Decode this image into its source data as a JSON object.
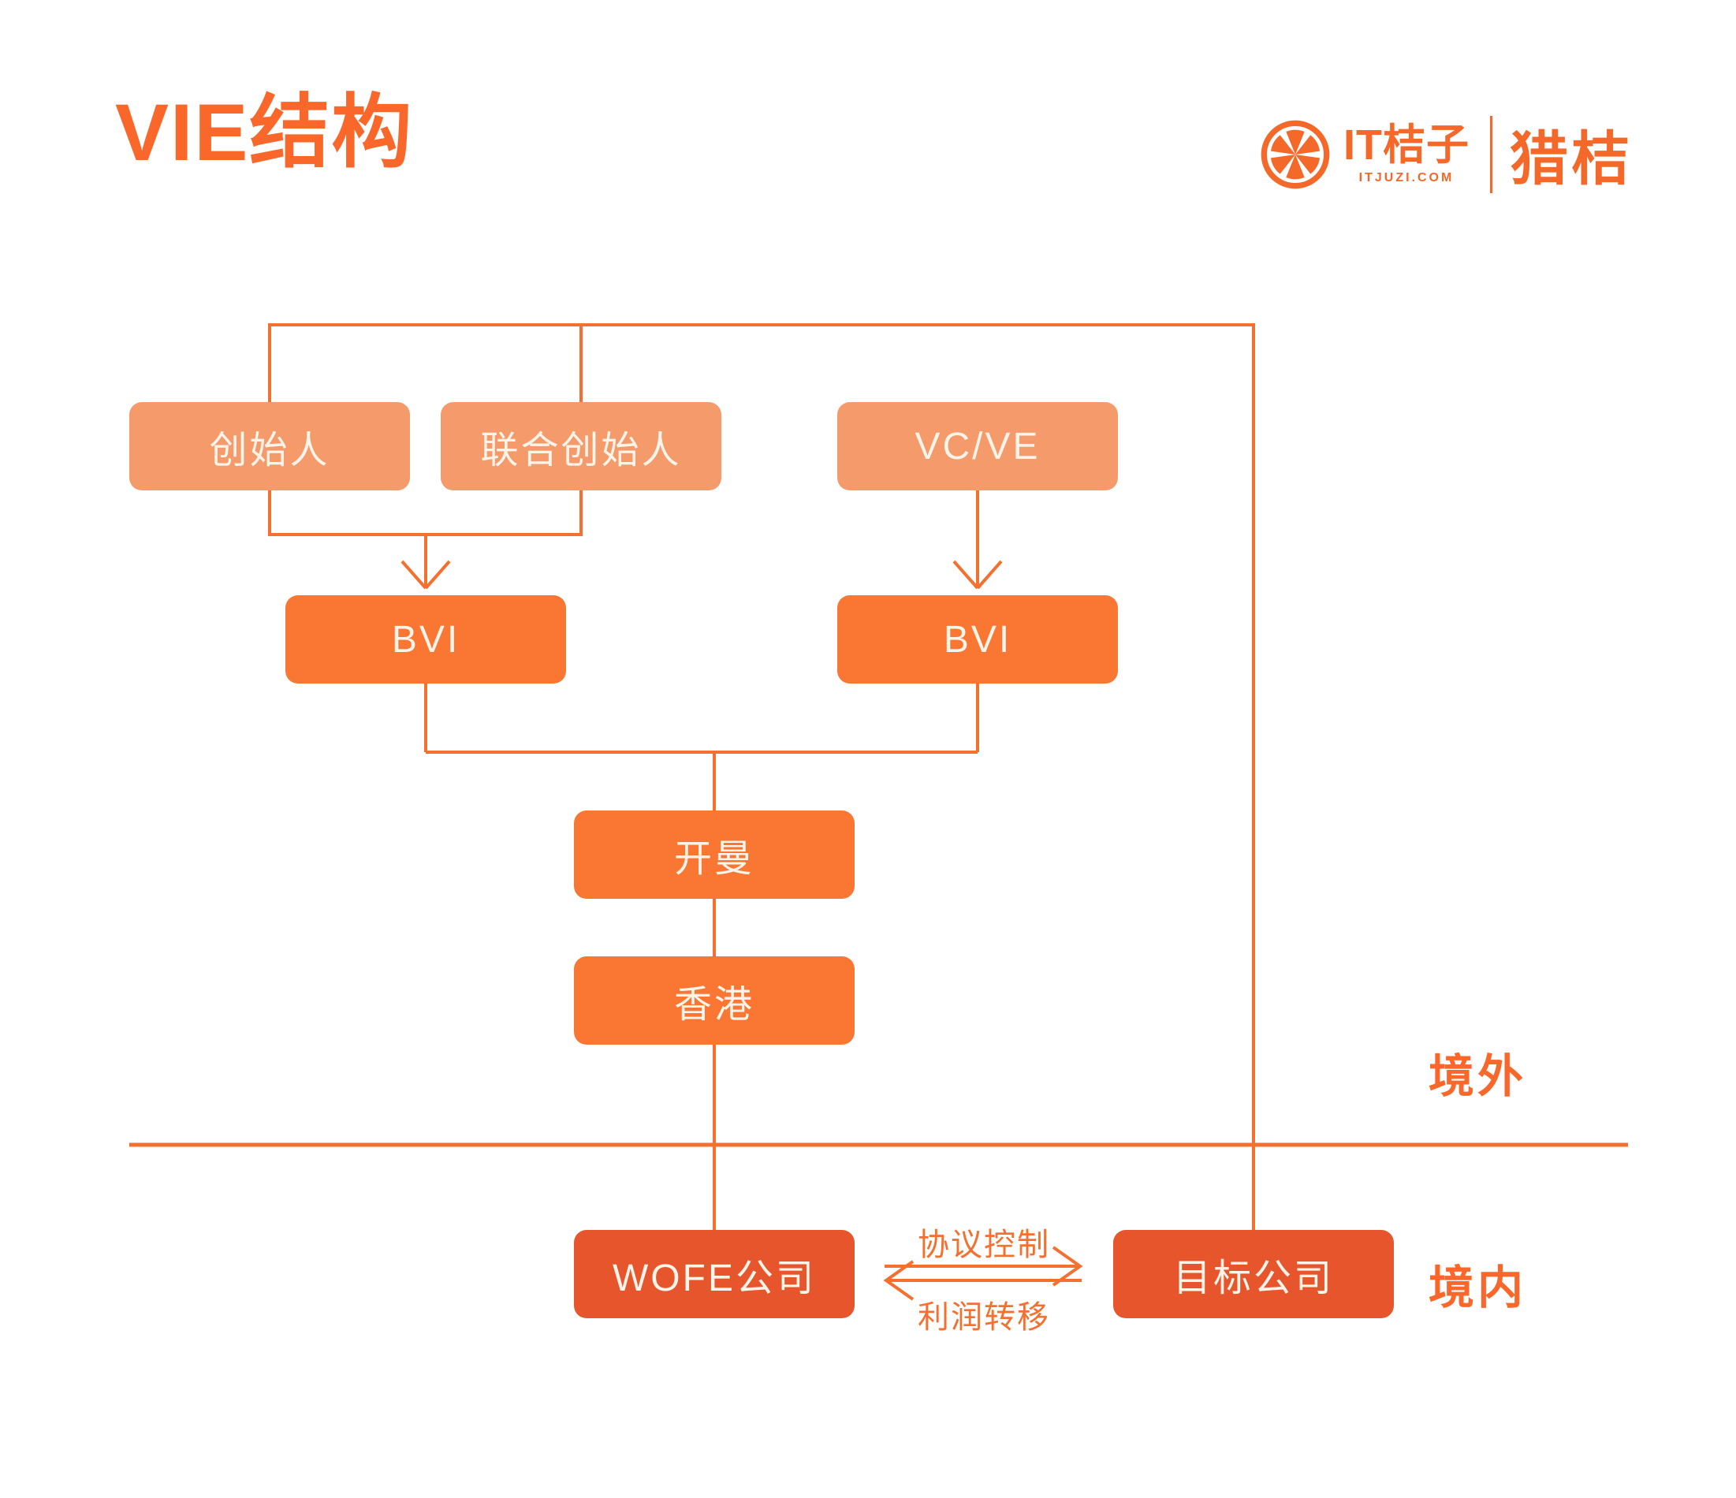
{
  "header": {
    "title": "VIE结构"
  },
  "logo": {
    "icon": "orange-slice-icon",
    "brand": "IT桔子",
    "domain": "ITJUZI.COM",
    "partner": "猎桔"
  },
  "colors": {
    "accent": "#F9682A",
    "logo": "#F4682A",
    "box_light": "#F59A6B",
    "box_mid": "#F97732",
    "box_deep": "#E7552C",
    "line": "#F5702F",
    "text_on_box": "#FCF4E9"
  },
  "diagram": {
    "nodes": [
      {
        "id": "founder",
        "label": "创始人"
      },
      {
        "id": "cofounder",
        "label": "联合创始人"
      },
      {
        "id": "vc-ve",
        "label": "VC/VE"
      },
      {
        "id": "bvi-left",
        "label": "BVI"
      },
      {
        "id": "bvi-right",
        "label": "BVI"
      },
      {
        "id": "cayman",
        "label": "开曼"
      },
      {
        "id": "hongkong",
        "label": "香港"
      },
      {
        "id": "wofe",
        "label": "WOFE公司"
      },
      {
        "id": "target",
        "label": "目标公司"
      }
    ],
    "edge_labels": {
      "control": "协议控制",
      "profit": "利润转移"
    },
    "regions": {
      "offshore": "境外",
      "onshore": "境内"
    }
  }
}
